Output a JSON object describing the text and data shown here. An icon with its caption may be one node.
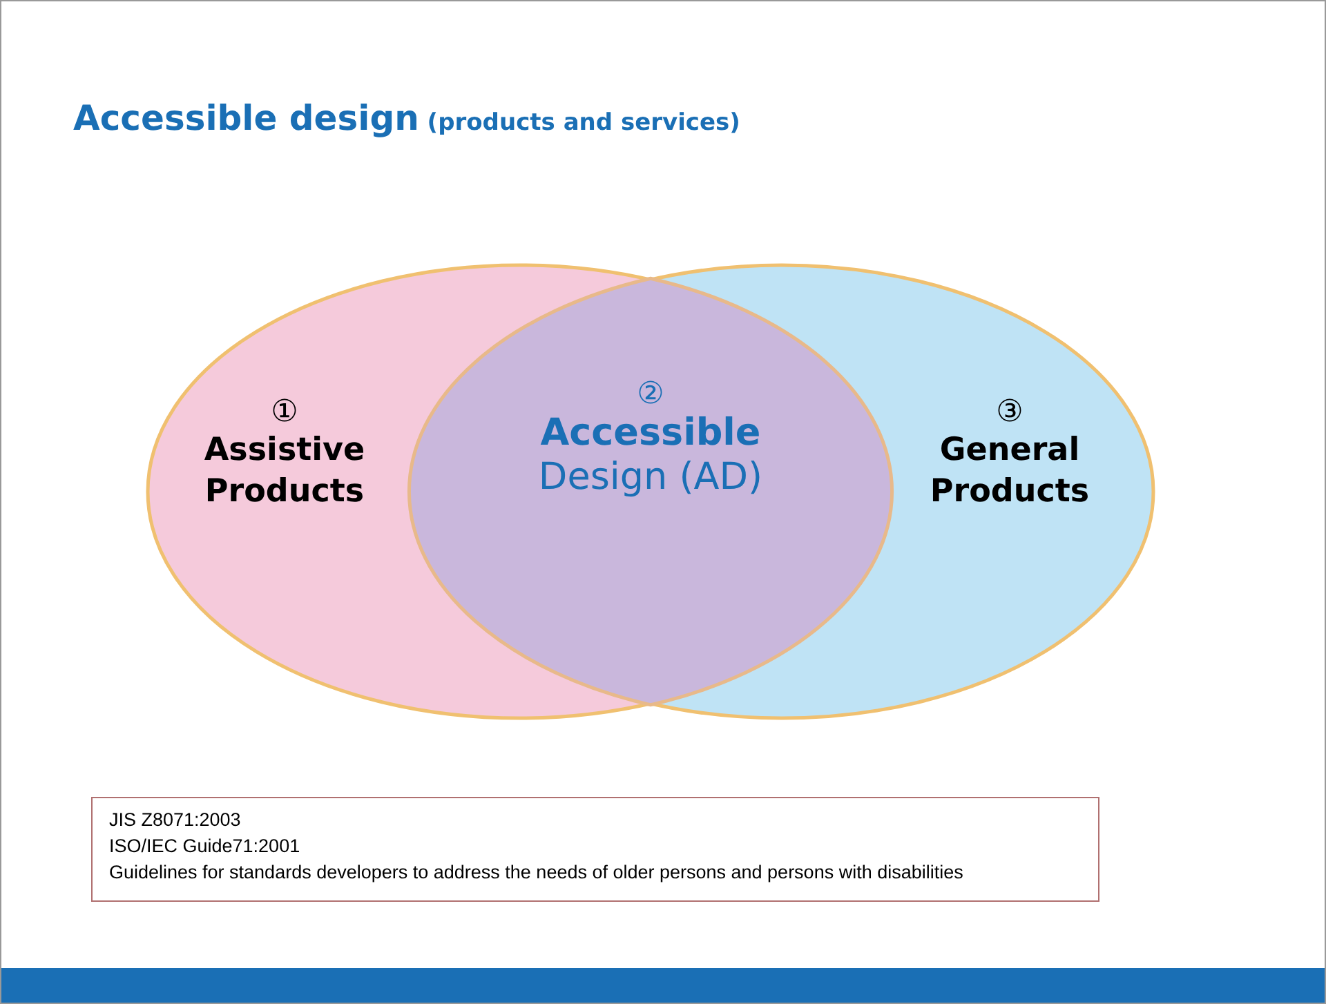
{
  "diagram": {
    "title": "**Accessible design** (products and services)",
    "nodes": [
      {
        "text": [
          "①",
          "Assistive Products"
        ]
      },
      {
        "text": [
          "②",
          "**Accessible** Design (AD)"
        ]
      },
      {
        "text": [
          "③",
          "General Products"
        ]
      },
      {
        "text": [
          "JIS Z8071:2003",
          "ISO/IEC Guide71:2001",
          "Guidelines for standards developers to address the needs of older persons and persons with disabilities"
        ]
      }
    ],
    "edges": []
  }
}
